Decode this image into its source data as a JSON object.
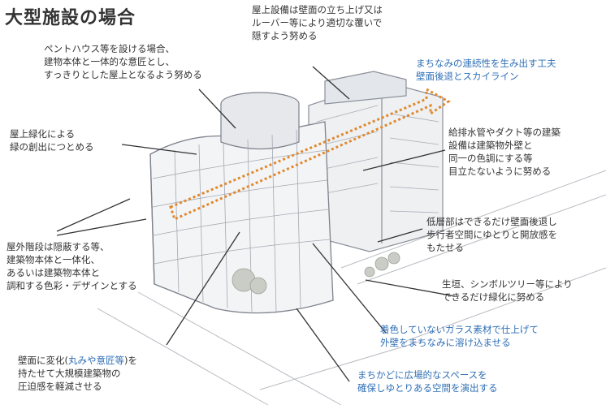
{
  "title": "大型施設の場合",
  "annotations": {
    "penthouse": "ペントハウス等を設ける場合、\n建物本体と一体的な意匠とし、\nすっきりとした屋上となるよう努める",
    "rooftop_equipment": "屋上設備は壁面の立ち上げ又は\nルーバー等により適切な覆いで\n隠すよう努める",
    "skyline": "まちなみの連続性を生み出す工夫\n壁面後退とスカイライン",
    "greening": "屋上緑化による\n緑の創出につとめる",
    "piping": "給排水管やダクト等の建築\n設備は建築物外壁と\n同一の色調にする等\n目立たないように努める",
    "setback": "低層部はできるだけ壁面後退し\n歩行者空間にゆとりと開放感を\nもたせる",
    "stairs": "屋外階段は隠蔽する等、\n建築物本体と一体化、\nあるいは建築物本体と\n調和する色彩・デザインとする",
    "hedge": "生垣、シンボルツリー等により\nできるだけ緑化に努める",
    "glass": "着色していないガラス素材で仕上げて\n外壁をまちなみに溶け込ませる",
    "wall_prefix": "壁面に変化(",
    "wall_highlight": "丸みや意匠等",
    "wall_suffix": ")を\n持たせて大規模建築物の\n圧迫感を軽減させる",
    "plaza": "まちかどに広場的なスペースを\n確保しゆとりある空間を演出する"
  },
  "colors": {
    "text": "#333333",
    "accent_blue": "#2f6fb5",
    "arrow_orange": "#e0892e",
    "sketch_line": "#8a8f99"
  }
}
